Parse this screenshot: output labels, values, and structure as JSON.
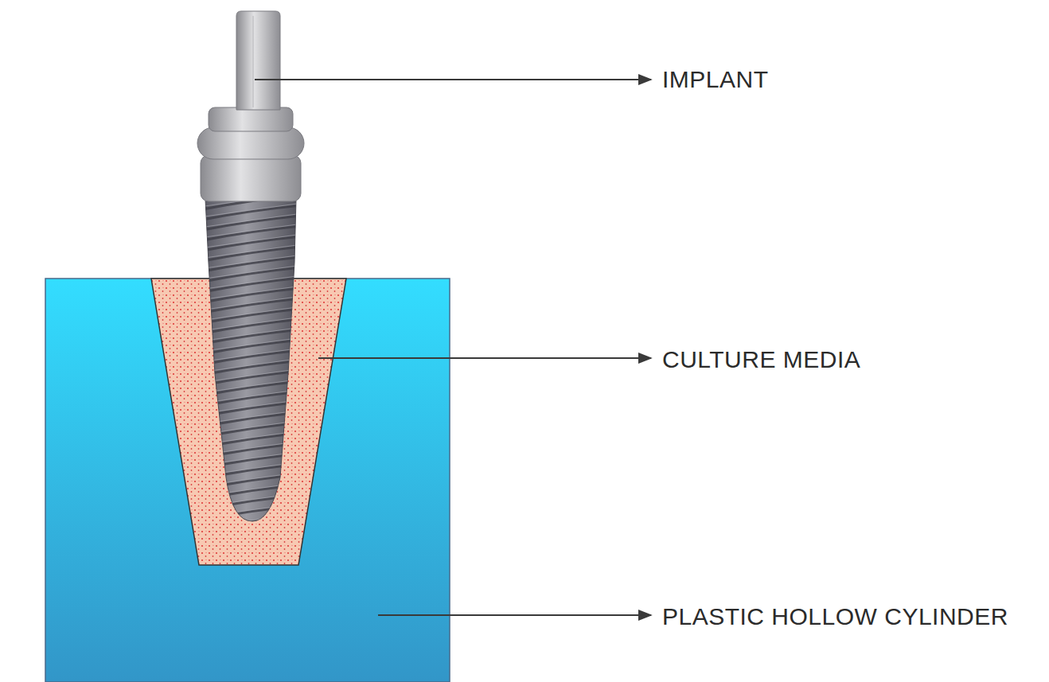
{
  "diagram": {
    "labels": [
      "IMPLANT",
      "CULTURE MEDIA",
      "PLASTIC HOLLOW CYLINDER"
    ]
  }
}
